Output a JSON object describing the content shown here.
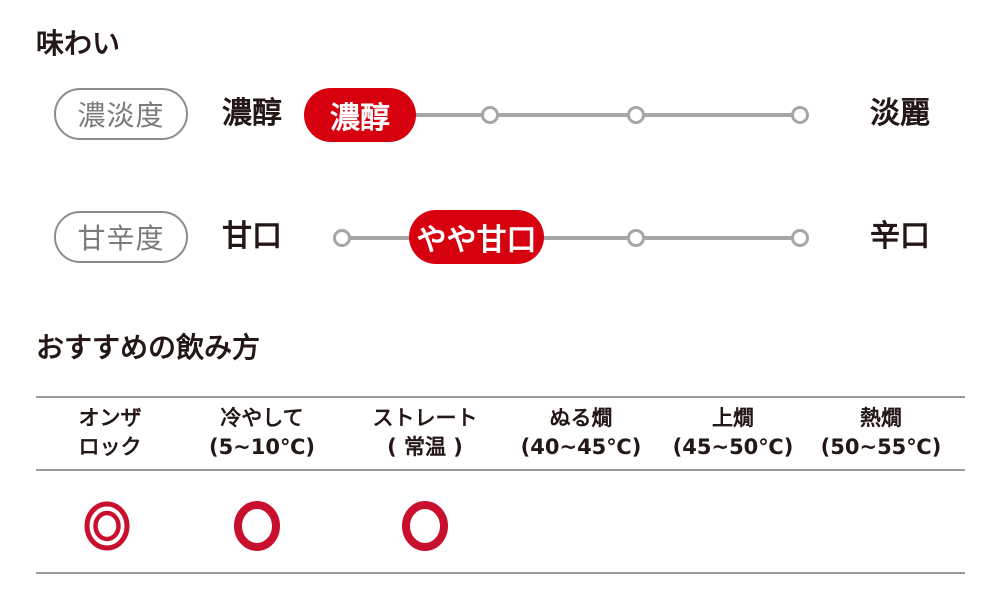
{
  "taste": {
    "title": "味わい",
    "scales": [
      {
        "label": "濃淡度",
        "left": "濃醇",
        "right": "淡麗",
        "steps": 4,
        "selected_index": 0,
        "selected_label": "濃醇"
      },
      {
        "label": "甘辛度",
        "left": "甘口",
        "right": "辛口",
        "steps": 4,
        "selected_index": 1,
        "selected_label": "やや甘口"
      }
    ],
    "accent_color": "#d7000f",
    "track_color": "#a6a6a6"
  },
  "drinking": {
    "title": "おすすめの飲み方",
    "columns": [
      {
        "line1": "オンザ",
        "line2": "ロック",
        "rating": "double-circle"
      },
      {
        "line1": "冷やして",
        "line2": "(5~10℃)",
        "rating": "circle"
      },
      {
        "line1": "ストレート",
        "line2": "( 常温 )",
        "rating": "circle"
      },
      {
        "line1": "ぬる燗",
        "line2": "(40~45℃)",
        "rating": ""
      },
      {
        "line1": "上燗",
        "line2": "(45~50℃)",
        "rating": ""
      },
      {
        "line1": "熱燗",
        "line2": "(50~55℃)",
        "rating": ""
      }
    ],
    "rating_color": "#c8102e"
  }
}
